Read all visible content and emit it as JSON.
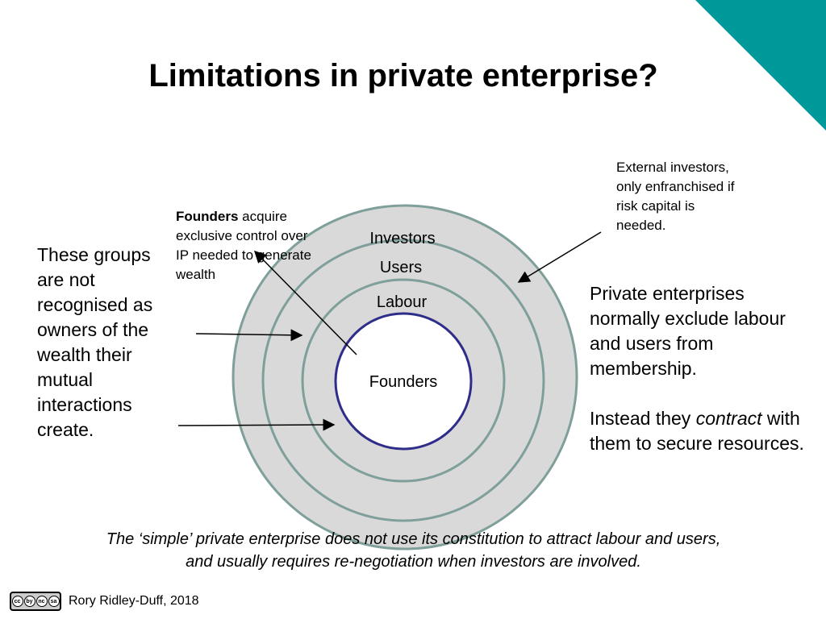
{
  "slide": {
    "title": "Limitations in private enterprise?",
    "accent_color": "#009999"
  },
  "rings": {
    "investors": "Investors",
    "users": "Users",
    "labour": "Labour",
    "founders": "Founders",
    "ring_fill": "#d9d9d9",
    "ring_stroke": "#7f9f9a",
    "core_stroke": "#2e2e8a"
  },
  "notes": {
    "founders_bold": "Founders",
    "founders_rest": " acquire exclusive control over IP needed to generate wealth",
    "investors": "External investors, only enfranchised if risk capital is needed.",
    "left": "These groups are not recognised as owners of the wealth their mutual interactions create.",
    "right_p1": "Private enterprises normally exclude labour and users from membership.",
    "right_p2_before": "Instead they ",
    "right_p2_em": "contract",
    "right_p2_after": " with them to secure resources."
  },
  "caption": {
    "line1": "The ‘simple’ private enterprise does not use its constitution to attract labour and users,",
    "line2": "and usually requires re-negotiation when investors are involved."
  },
  "footer": {
    "credit": "Rory Ridley-Duff, 2018",
    "license_icon": "cc-by-nc-sa-icon",
    "license_parts": [
      "cc",
      "by",
      "nc",
      "sa"
    ]
  }
}
